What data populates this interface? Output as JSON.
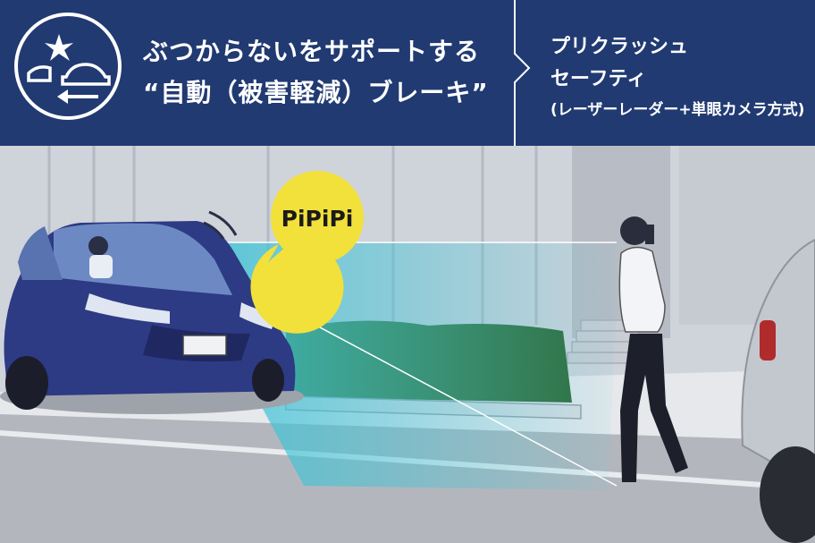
{
  "header": {
    "title_line1": "ぶつからないをサポートする",
    "title_line2": "“自動（被害軽減）ブレーキ”",
    "system_name_line1": "プリクラッシュ",
    "system_name_line2": "セーフティ",
    "system_type": "(レーザーレーダー+単眼カメラ方式)"
  },
  "icon": "collision-avoidance-icon",
  "scene": {
    "alert_sound": "PiPiPi"
  },
  "colors": {
    "header_bg": "#213a72",
    "car_body": "#2d3a84",
    "bubble": "#f2e03b",
    "sensor_beam": "#3fc3d6"
  }
}
